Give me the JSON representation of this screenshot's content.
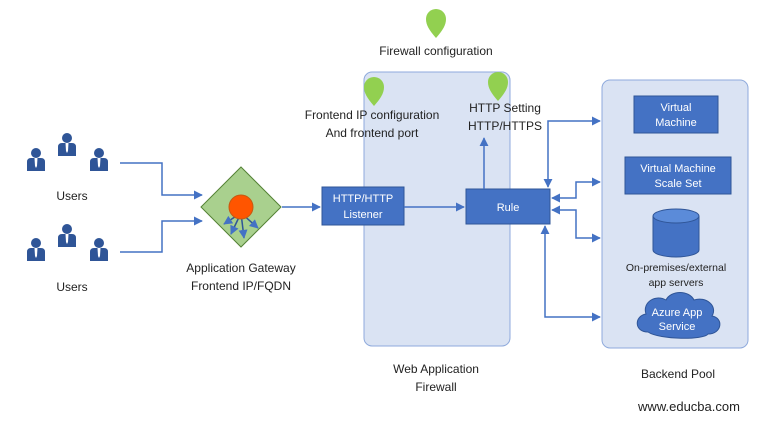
{
  "colors": {
    "box_blue": "#4472c4",
    "panel_fill": "#dae3f3",
    "panel_stroke": "#8faadc",
    "arrow": "#4472c4",
    "pin_green": "#92d050",
    "gateway_green": "#a9d08e",
    "gateway_dot": "#ff5500",
    "user_icon": "#2f5597"
  },
  "users": {
    "group1_label": "Users",
    "group2_label": "Users"
  },
  "gateway": {
    "line1": "Application Gateway",
    "line2": "Frontend IP/FQDN"
  },
  "firewall": {
    "config_label": "Firewall configuration",
    "frontend_ip_line1": "Frontend IP configuration",
    "frontend_ip_line2": "And frontend port",
    "http_setting_line1": "HTTP Setting",
    "http_setting_line2": "HTTP/HTTPS",
    "listener_line1": "HTTP/HTTP",
    "listener_line2": "Listener",
    "rule_label": "Rule",
    "panel_line1": "Web Application",
    "panel_line2": "Firewall"
  },
  "backend": {
    "vm_line1": "Virtual",
    "vm_line2": "Machine",
    "vmss_line1": "Virtual Machine",
    "vmss_line2": "Scale Set",
    "onprem_line1": "On-premises/external",
    "onprem_line2": "app servers",
    "azure_line1": "Azure App",
    "azure_line2": "Service",
    "pool_label": "Backend Pool"
  },
  "watermark": "www.educba.com",
  "icons": [
    "user-icon",
    "location-pin-icon",
    "database-cylinder-icon",
    "cloud-icon"
  ]
}
